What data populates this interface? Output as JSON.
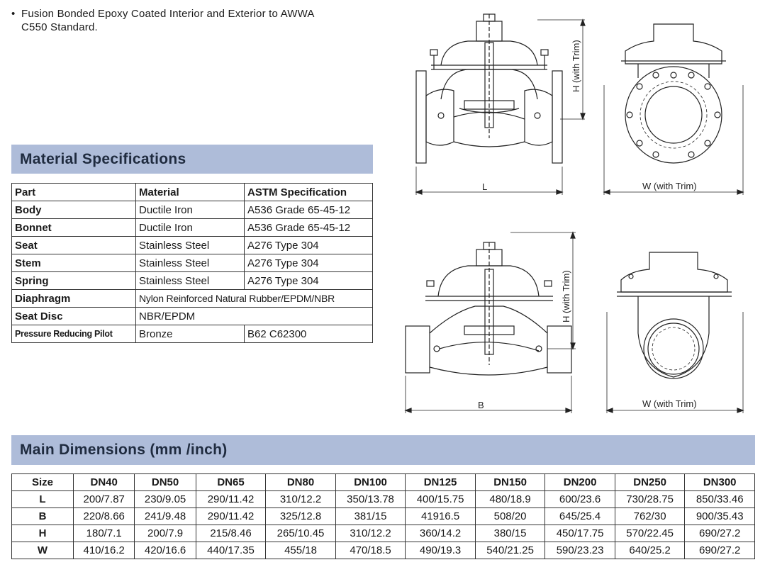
{
  "intro": {
    "bullet_line1": "Fusion Bonded Epoxy Coated Interior and Exterior to AWWA",
    "bullet_line2": "C550 Standard."
  },
  "material_specs": {
    "title": "Material Specifications",
    "headers": [
      "Part",
      "Material",
      "ASTM Specification"
    ],
    "rows": [
      {
        "part": "Body",
        "material": "Ductile Iron",
        "astm": "A536 Grade 65-45-12"
      },
      {
        "part": "Bonnet",
        "material": "Ductile Iron",
        "astm": "A536 Grade 65-45-12"
      },
      {
        "part": "Seat",
        "material": "Stainless Steel",
        "astm": "A276 Type 304"
      },
      {
        "part": "Stem",
        "material": "Stainless Steel",
        "astm": "A276 Type 304"
      },
      {
        "part": "Spring",
        "material": "Stainless Steel",
        "astm": "A276 Type 304"
      },
      {
        "part": "Diaphragm",
        "material": "Nylon Reinforced Natural Rubber/EPDM/NBR",
        "astm": ""
      },
      {
        "part": "Seat Disc",
        "material": "NBR/EPDM",
        "astm": ""
      },
      {
        "part": "Pressure Reducing Pilot",
        "material": "Bronze",
        "astm": "B62 C62300"
      }
    ]
  },
  "drawings": {
    "flanged_h": "H (with Trim)",
    "flanged_l": "L",
    "flanged_w": "W (with Trim)",
    "grooved_h": "H (with Trim)",
    "grooved_b": "B",
    "grooved_w": "W (with Trim)"
  },
  "main_dimensions": {
    "title": "Main Dimensions (mm /inch)",
    "size_label": "Size",
    "sizes": [
      "DN40",
      "DN50",
      "DN65",
      "DN80",
      "DN100",
      "DN125",
      "DN150",
      "DN200",
      "DN250",
      "DN300"
    ],
    "rows": [
      {
        "label": "L",
        "values": [
          "200/7.87",
          "230/9.05",
          "290/11.42",
          "310/12.2",
          "350/13.78",
          "400/15.75",
          "480/18.9",
          "600/23.6",
          "730/28.75",
          "850/33.46"
        ]
      },
      {
        "label": "B",
        "values": [
          "220/8.66",
          "241/9.48",
          "290/11.42",
          "325/12.8",
          "381/15",
          "41916.5",
          "508/20",
          "645/25.4",
          "762/30",
          "900/35.43"
        ]
      },
      {
        "label": "H",
        "values": [
          "180/7.1",
          "200/7.9",
          "215/8.46",
          "265/10.45",
          "310/12.2",
          "360/14.2",
          "380/15",
          "450/17.75",
          "570/22.45",
          "690/27.2"
        ]
      },
      {
        "label": "W",
        "values": [
          "410/16.2",
          "420/16.6",
          "440/17.35",
          "455/18",
          "470/18.5",
          "490/19.3",
          "540/21.25",
          "590/23.23",
          "640/25.2",
          "690/27.2"
        ]
      }
    ]
  }
}
